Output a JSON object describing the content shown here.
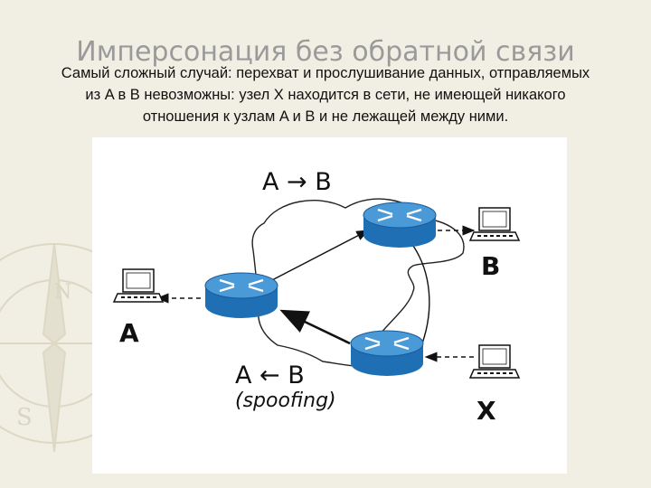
{
  "slide": {
    "title": "Имперсонация без обратной связи",
    "lines": [
      "Самый сложный случай: перехват и прослушивание данных, отправляемых",
      "из A в B невозможны: узел X находится в сети, не имеющей никакого",
      "отношения к узлам A и B и не лежащей между ними."
    ]
  },
  "diagram": {
    "label_ab": "A → B",
    "label_ba": "A ← B",
    "label_spoofing": "(spoofing)",
    "node_a": "A",
    "node_b": "B",
    "node_x": "X"
  },
  "colors": {
    "router_blue": "#1f6fb5",
    "router_top": "#4a9ad8",
    "title_gray": "#9a9a9a",
    "background": "#f1efe4"
  }
}
